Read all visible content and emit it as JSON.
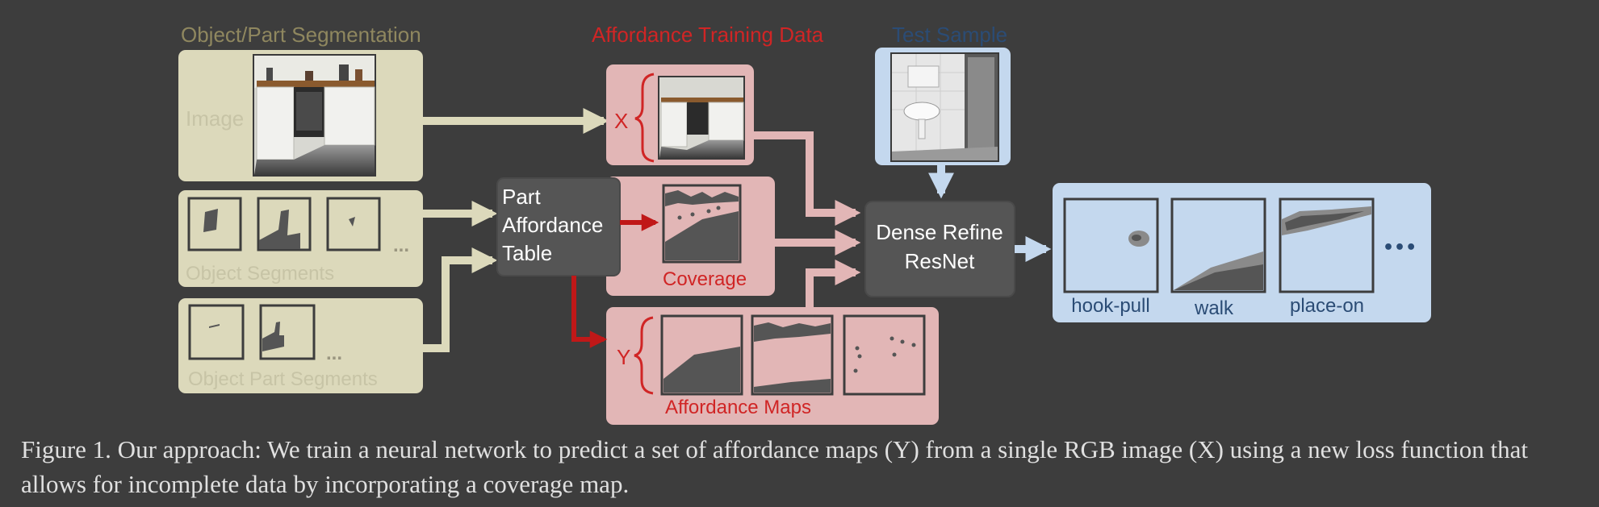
{
  "colors": {
    "background": "#3d3d3d",
    "segmentation_panel": "#dcd9bb",
    "segmentation_title": "#8f875f",
    "training_panel": "#e2b6b6",
    "training_title": "#d02525",
    "test_panel": "#c4d8ee",
    "test_title": "#2b4c75",
    "dark_box": "#555555",
    "arrow_light": "#dcd9bb",
    "arrow_pink": "#e2b6b6",
    "arrow_blue": "#c4d8ee",
    "arrow_red": "#c01818",
    "map_fill": "#555555",
    "caption_text": "#e0e0e0"
  },
  "segmentation": {
    "title": "Object/Part Segmentation",
    "image_label": "Image",
    "object_segments_label": "Object Segments",
    "object_part_segments_label": "Object Part Segments",
    "object_segments_ellipsis": "...",
    "object_part_segments_ellipsis": "..."
  },
  "training": {
    "title": "Affordance Training Data",
    "x_label": "X",
    "y_label": "Y",
    "coverage_label": "Coverage",
    "affordance_maps_label": "Affordance Maps"
  },
  "part_table": {
    "lines": [
      "Part",
      "Affordance",
      "Table"
    ]
  },
  "resnet": {
    "lines": [
      "Dense Refine",
      "ResNet"
    ]
  },
  "test": {
    "title": "Test Sample"
  },
  "output": {
    "labels": [
      "hook-pull",
      "walk",
      "place-on"
    ],
    "ellipsis": "•••"
  },
  "caption": {
    "text": "Figure 1. Our approach: We train a neural network to predict a set of affordance maps (Y) from a single RGB image (X) using a new loss function that allows for incomplete data by incorporating a coverage map."
  }
}
